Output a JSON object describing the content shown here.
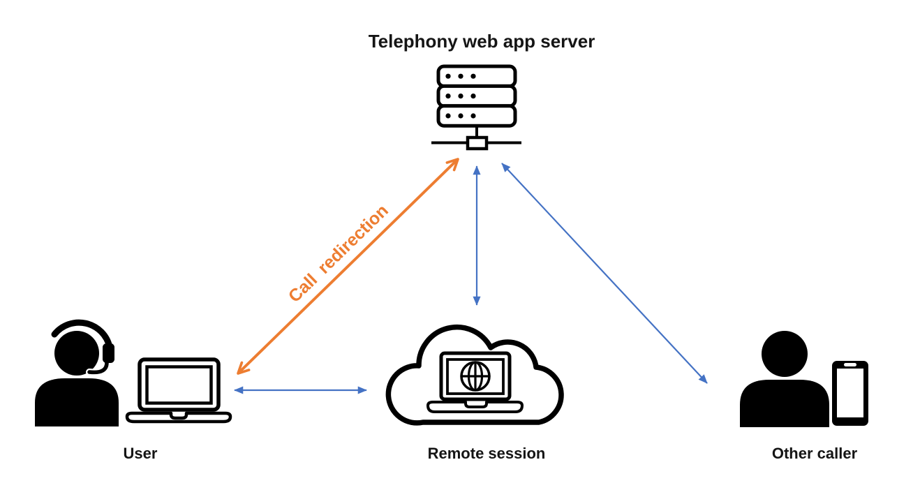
{
  "diagram": {
    "title": "Telephony web app server",
    "colors": {
      "orange": "#ED7D31",
      "blue": "#4472C4",
      "icon": "#000000",
      "text": "#151515"
    },
    "nodes": [
      {
        "id": "telephony-server",
        "label": "Telephony web app server",
        "icon": "server-rack-icon"
      },
      {
        "id": "user",
        "label": "User",
        "icon": "agent-headset-and-laptop-icon"
      },
      {
        "id": "remote-session",
        "label": "Remote session",
        "icon": "cloud-laptop-globe-icon"
      },
      {
        "id": "other-caller",
        "label": "Other caller",
        "icon": "person-with-smartphone-icon"
      }
    ],
    "edges": [
      {
        "from": "user",
        "to": "telephony-server",
        "label": "Call redirection",
        "color": "#ED7D31",
        "arrows": "both",
        "style": "open-arrowheads"
      },
      {
        "from": "telephony-server",
        "to": "remote-session",
        "label": "",
        "color": "#4472C4",
        "arrows": "both",
        "style": "filled-arrowheads"
      },
      {
        "from": "telephony-server",
        "to": "other-caller",
        "label": "",
        "color": "#4472C4",
        "arrows": "both",
        "style": "filled-arrowheads"
      },
      {
        "from": "user",
        "to": "remote-session",
        "label": "",
        "color": "#4472C4",
        "arrows": "both",
        "style": "filled-arrowheads"
      }
    ]
  }
}
